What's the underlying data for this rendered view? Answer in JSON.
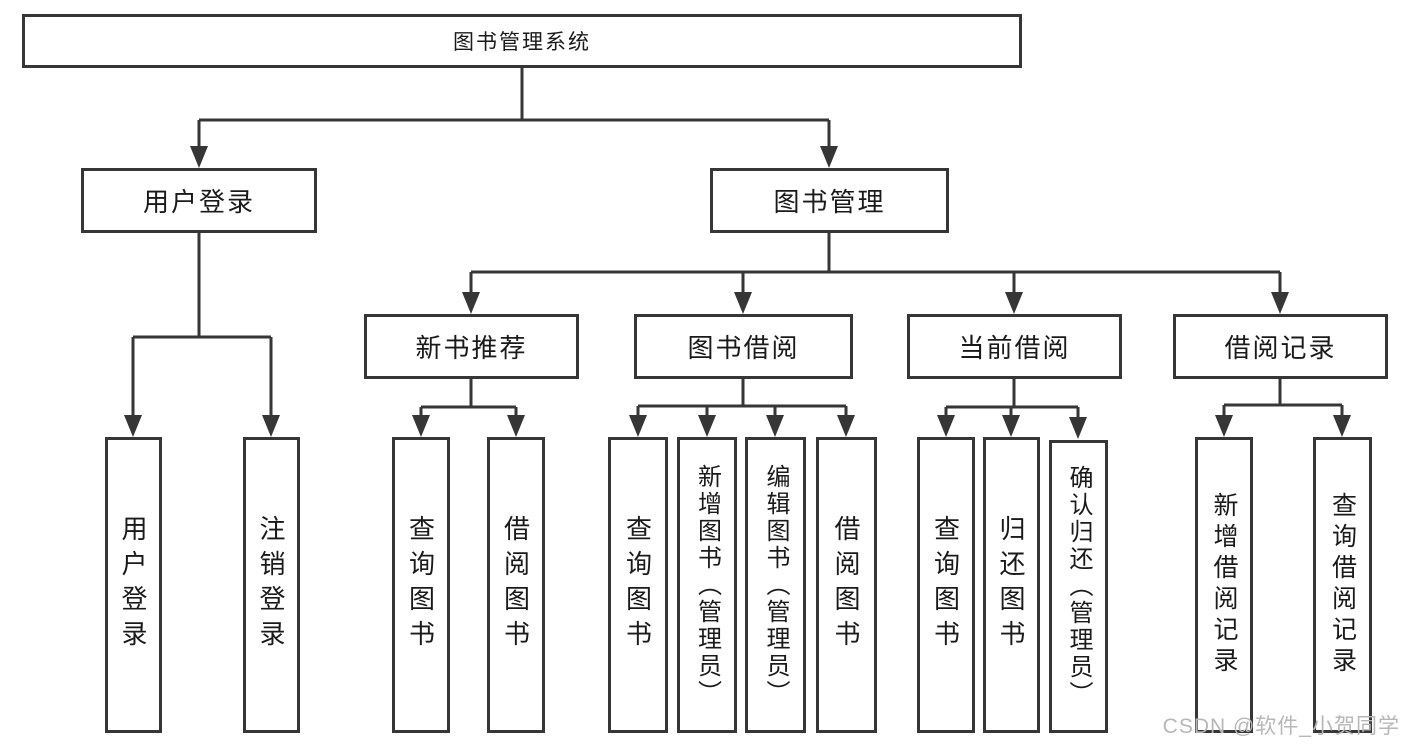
{
  "tree": {
    "label": "图书管理系统",
    "children": [
      {
        "label": "用户登录",
        "children": [
          {
            "label": "用户登录"
          },
          {
            "label": "注销登录"
          }
        ]
      },
      {
        "label": "图书管理",
        "children": [
          {
            "label": "新书推荐",
            "children": [
              {
                "label": "查询图书"
              },
              {
                "label": "借阅图书"
              }
            ]
          },
          {
            "label": "图书借阅",
            "children": [
              {
                "label": "查询图书"
              },
              {
                "label": "新增图书（管理员）"
              },
              {
                "label": "编辑图书（管理员）"
              },
              {
                "label": "借阅图书"
              }
            ]
          },
          {
            "label": "当前借阅",
            "children": [
              {
                "label": "查询图书"
              },
              {
                "label": "归还图书"
              },
              {
                "label": "确认归还（管理员）"
              }
            ]
          },
          {
            "label": "借阅记录",
            "children": [
              {
                "label": "新增借阅记录"
              },
              {
                "label": "查询借阅记录"
              }
            ]
          }
        ]
      }
    ]
  },
  "watermark": {
    "text": "CSDN @软件_小贺同学"
  },
  "colors": {
    "line": "#363636",
    "box_background": "#ffffff",
    "text": "#1a1a1a",
    "watermark": "#b7b7b7"
  }
}
